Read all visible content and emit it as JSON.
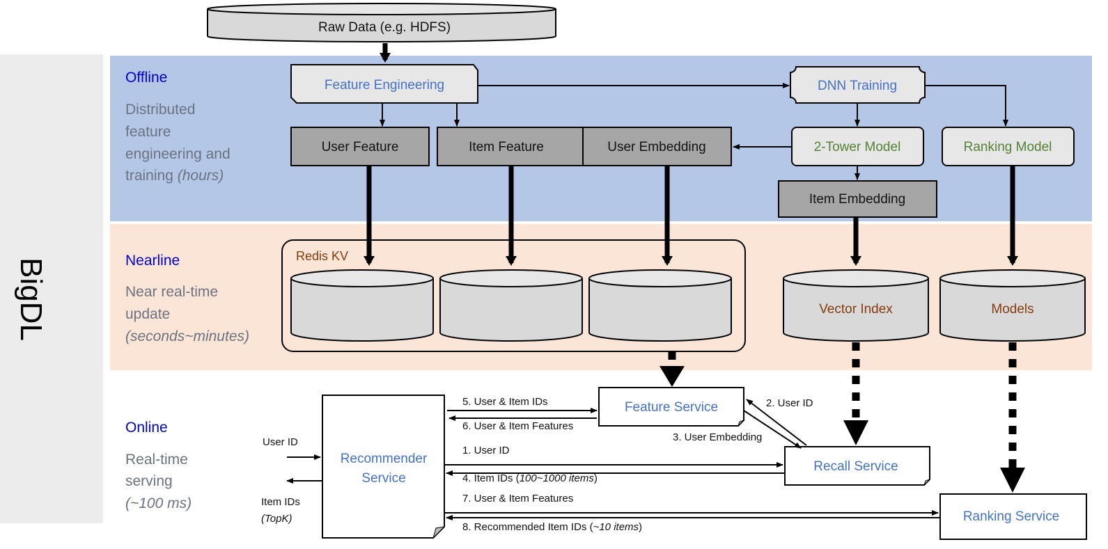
{
  "title": "BigDL",
  "colors": {
    "offline_band": "#b4c7e7",
    "nearline_band": "#fbe5d6",
    "side_band": "#ececec",
    "box_light": "#e7e7e7",
    "box_dark": "#a6a6a6",
    "service_text": "#4472c4",
    "model_text": "#548235",
    "store_text": "#843c0c"
  },
  "raw_data": "Raw Data (e.g. HDFS)",
  "offline": {
    "heading": "Offline",
    "desc": [
      "Distributed",
      "feature",
      "engineering  and",
      "training "
    ],
    "desc_italic": "(hours)",
    "desc_tail": ")"
  },
  "nearline": {
    "heading": "Nearline",
    "desc": [
      "Near real-time",
      "update"
    ],
    "desc_italic": "(seconds~minutes)"
  },
  "online": {
    "heading": "Online",
    "desc": [
      "Real-time",
      "serving"
    ],
    "desc_italic": "(~100 ms)"
  },
  "boxes": {
    "feature_engineering": "Feature Engineering",
    "dnn_training": "DNN Training",
    "user_feature": "User Feature",
    "item_feature": "Item Feature",
    "user_embedding": "User Embedding",
    "two_tower": "2-Tower Model",
    "ranking_model": "Ranking Model",
    "item_embedding": "Item Embedding"
  },
  "stores": {
    "redis": "Redis KV",
    "vector_index": "Vector Index",
    "models": "Models"
  },
  "services": {
    "feature": "Feature Service",
    "recall": "Recall Service",
    "recommender": [
      "Recommender",
      "Service"
    ],
    "ranking": "Ranking Service"
  },
  "flows": {
    "user_id_in": "User ID",
    "item_ids_out": "Item IDs",
    "item_ids_out_italic": "(TopK)",
    "f1": "1. User ID",
    "f2": "2. User ID",
    "f3": "3. User Embedding",
    "f4": "4. Item IDs (",
    "f4_italic": "100~1000 items",
    "f5": "5. User & Item IDs",
    "f6": "6. User & Item Features",
    "f7": "7. User & Item Features",
    "f8": "8. Recommended Item IDs (",
    "f8_italic": "~10 items",
    "close": ")"
  }
}
